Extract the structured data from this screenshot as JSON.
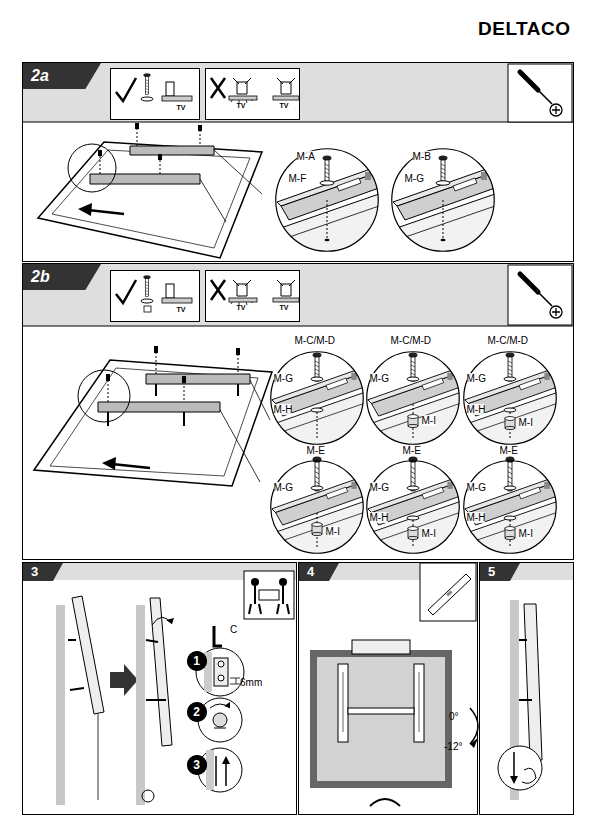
{
  "diagram": {
    "title": "DELTACO",
    "nodes": [
      {
        "text": [
          "2a"
        ]
      },
      {
        "text": [
          "TV"
        ],
        "in": 0
      },
      {
        "text": [
          "TV",
          "TV"
        ],
        "in": 0
      },
      {
        "text": [
          "M-A",
          "M-F"
        ],
        "in": 0
      },
      {
        "text": [
          "M-B",
          "M-G"
        ],
        "in": 0
      },
      {
        "text": [
          "2b"
        ]
      },
      {
        "text": [
          "TV"
        ],
        "in": 5
      },
      {
        "text": [
          "TV",
          "TV"
        ],
        "in": 5
      },
      {
        "text": [
          "M-C/M-D",
          "M-G",
          "M-H"
        ],
        "in": 5
      },
      {
        "text": [
          "M-C/M-D",
          "M-G",
          "M-I"
        ],
        "in": 5
      },
      {
        "text": [
          "M-C/M-D",
          "M-G",
          "M-H",
          "M-I"
        ],
        "in": 5
      },
      {
        "text": [
          "M-E",
          "M-G",
          "M-I"
        ],
        "in": 5
      },
      {
        "text": [
          "M-E",
          "M-G",
          "M-H",
          "M-I"
        ],
        "in": 5
      },
      {
        "text": [
          "M-E",
          "M-G",
          "M-H",
          "M-I"
        ],
        "in": 5
      },
      {
        "text": [
          "3"
        ]
      },
      {
        "text": [
          "1"
        ],
        "in": 14
      },
      {
        "text": [
          "2"
        ],
        "in": 14
      },
      {
        "text": [
          "3"
        ],
        "in": 14
      },
      {
        "text": [
          "4"
        ]
      },
      {
        "text": [
          "5"
        ]
      }
    ],
    "labels": [
      "C",
      "6mm",
      "0°",
      "-12°"
    ]
  }
}
